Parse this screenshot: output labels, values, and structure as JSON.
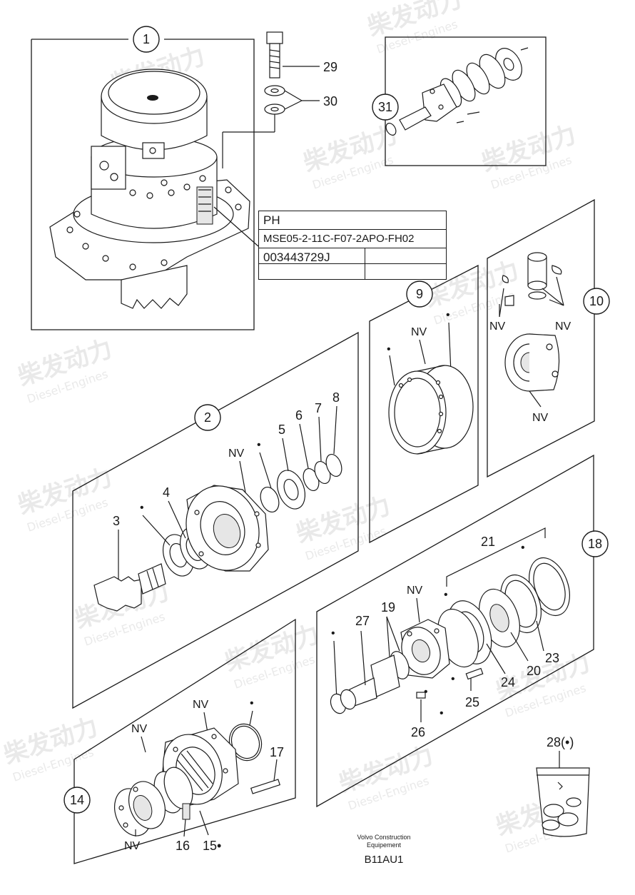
{
  "callouts": {
    "c1": "1",
    "c2": "2",
    "c9": "9",
    "c10": "10",
    "c14": "14",
    "c18": "18",
    "c31": "31"
  },
  "refs": {
    "r29": "29",
    "r30": "30",
    "r3": "3",
    "r4": "4",
    "r5": "5",
    "r6": "6",
    "r7": "7",
    "r8": "8",
    "r19": "19",
    "r20": "20",
    "r21": "21",
    "r23": "23",
    "r24": "24",
    "r25": "25",
    "r26": "26",
    "r27": "27",
    "r28": "28(•)",
    "r16": "16",
    "r15": "15•",
    "r17": "17"
  },
  "nv_label": "NV",
  "dot": "•",
  "plate": {
    "line1": "PH",
    "line2": "MSE05-2-11C-F07-2APO-FH02",
    "line3": "003443729J"
  },
  "footer": {
    "line1": "Volvo Construction",
    "line2": "Equipement",
    "code": "B11AU1"
  },
  "watermark": {
    "cn": "柴发动力",
    "en": "Diesel-Engines"
  }
}
